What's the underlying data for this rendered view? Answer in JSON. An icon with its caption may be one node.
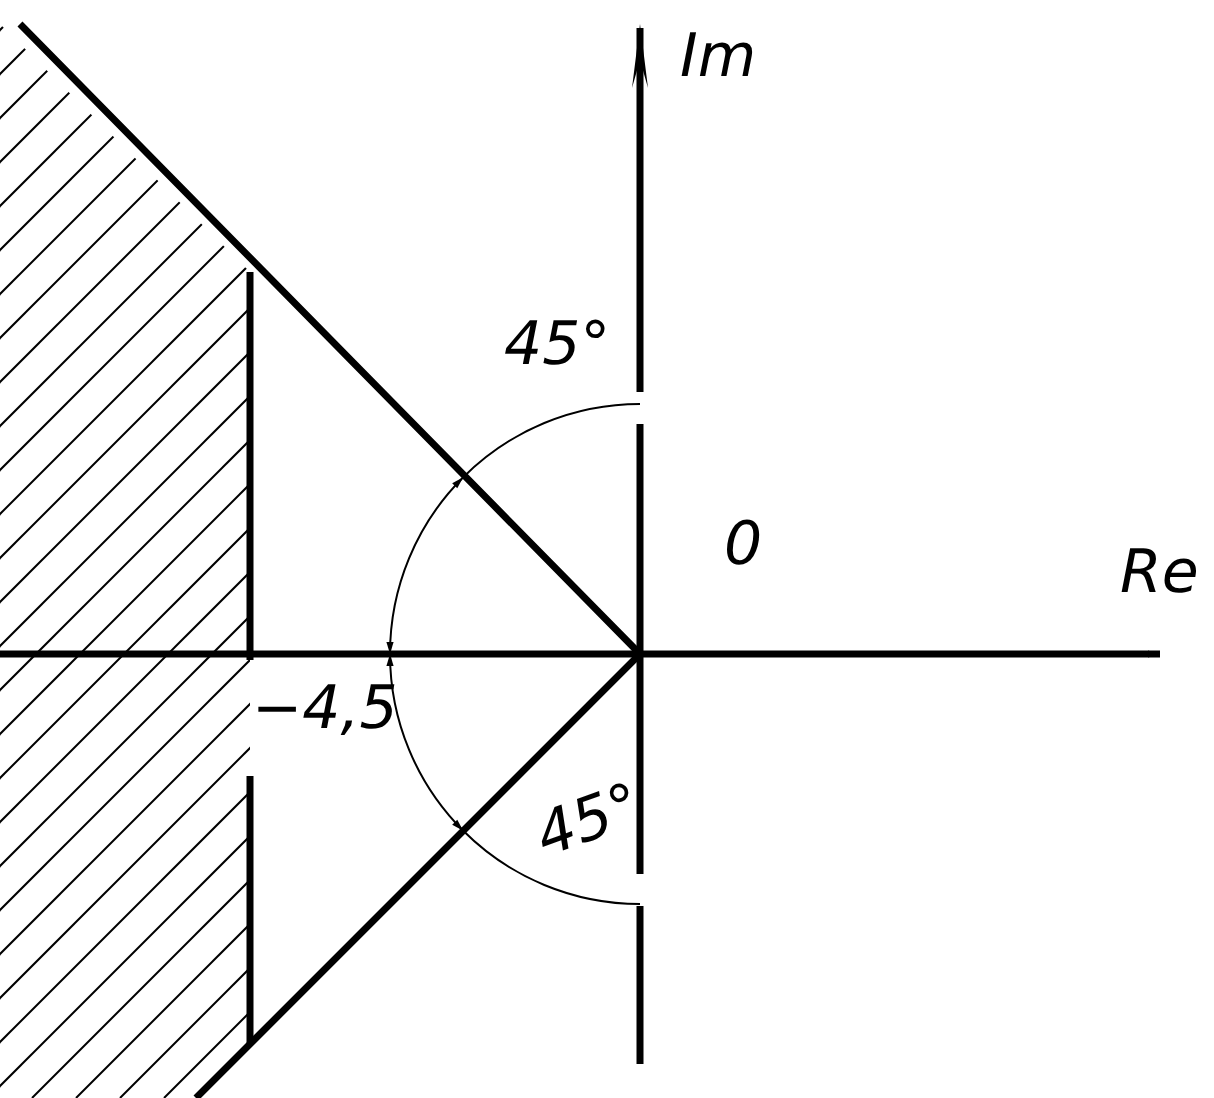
{
  "diagram": {
    "labels": [
      "Im",
      "45°",
      "0",
      "Re",
      "−4,5",
      "45°"
    ]
  }
}
